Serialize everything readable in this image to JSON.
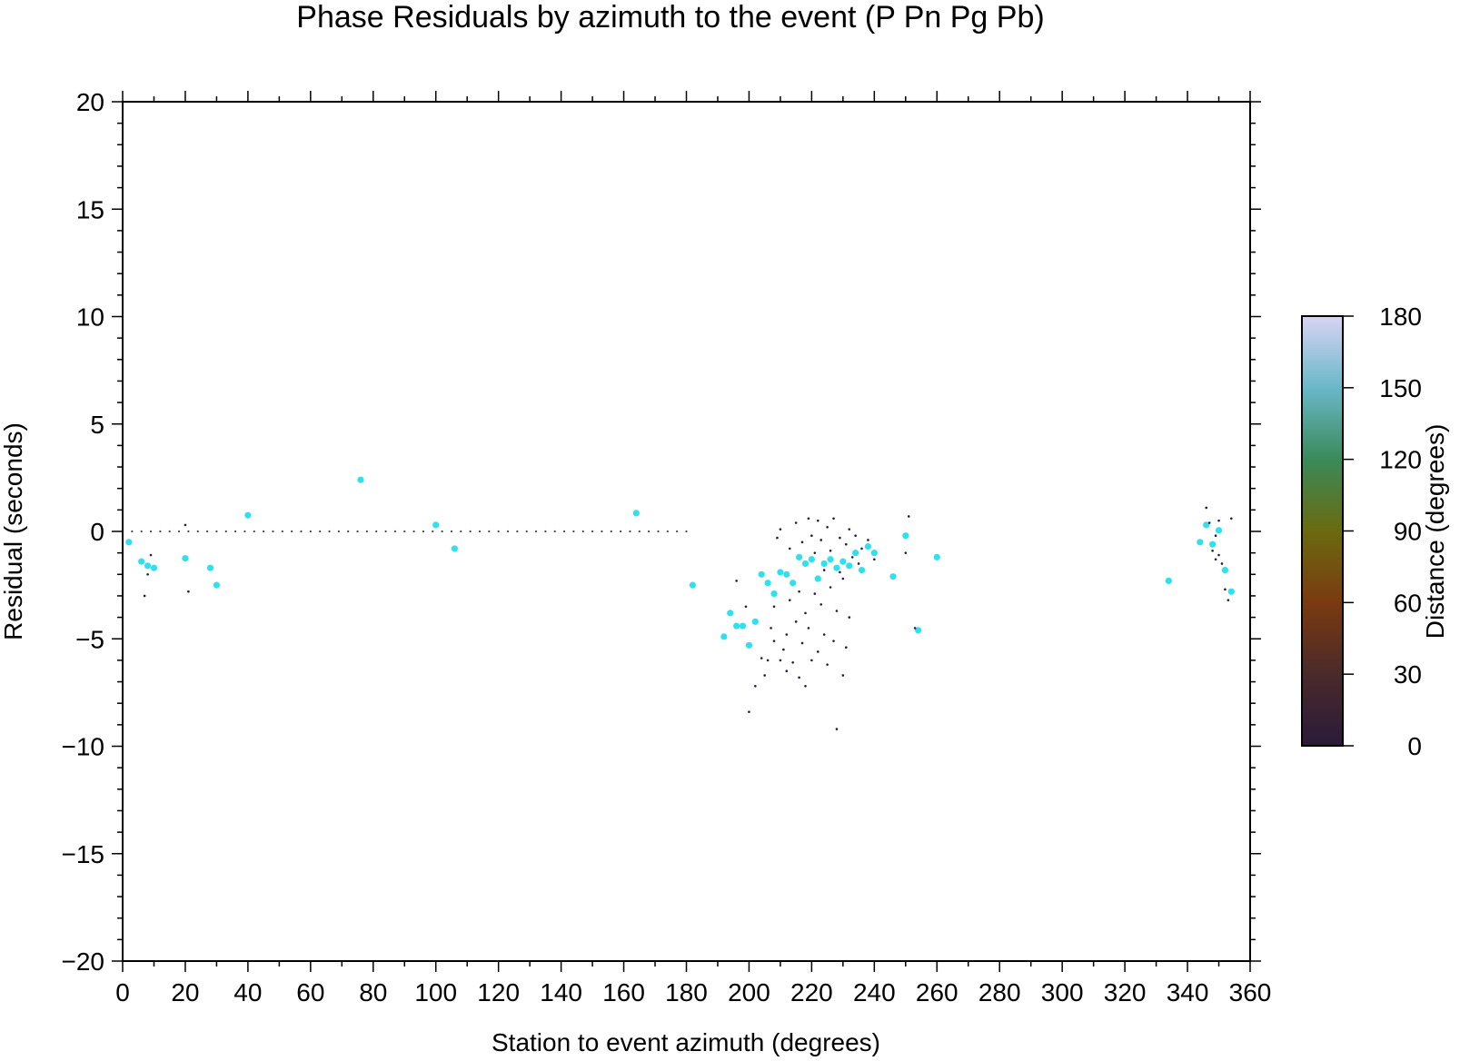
{
  "chart_data": {
    "type": "scatter",
    "title": "Phase Residuals by azimuth to the event (P Pn Pg Pb)",
    "xlabel": "Station to event azimuth (degrees)",
    "ylabel": "Residual (seconds)",
    "xlim": [
      0,
      360
    ],
    "ylim": [
      -20,
      20
    ],
    "x_ticks": [
      "0",
      "20",
      "40",
      "60",
      "80",
      "100",
      "120",
      "140",
      "160",
      "180",
      "200",
      "220",
      "240",
      "260",
      "280",
      "300",
      "320",
      "340",
      "360"
    ],
    "y_ticks": [
      "20",
      "15",
      "10",
      "5",
      "0",
      "−5",
      "−10",
      "−15",
      "−20"
    ],
    "grid": false,
    "colorbar": {
      "label": "Distance (degrees)",
      "range": [
        0,
        180
      ],
      "ticks": [
        "180",
        "150",
        "120",
        "90",
        "60",
        "30",
        "0"
      ],
      "colors": [
        "#2a1a3a",
        "#4a2a2a",
        "#7a3a10",
        "#6a6a10",
        "#3a8a5a",
        "#6ab8c8",
        "#d8d4f4"
      ]
    },
    "series": [
      {
        "marker": "large",
        "color": "#2fe0ee",
        "points": [
          [
            2,
            -0.5
          ],
          [
            6,
            -1.4
          ],
          [
            8,
            -1.6
          ],
          [
            10,
            -1.7
          ],
          [
            20,
            -1.25
          ],
          [
            28,
            -1.7
          ],
          [
            30,
            -2.5
          ],
          [
            40,
            0.75
          ],
          [
            76,
            2.4
          ],
          [
            100,
            0.3
          ],
          [
            106,
            -0.8
          ],
          [
            164,
            0.85
          ],
          [
            182,
            -2.5
          ],
          [
            192,
            -4.9
          ],
          [
            194,
            -3.8
          ],
          [
            196,
            -4.4
          ],
          [
            198,
            -4.4
          ],
          [
            200,
            -5.3
          ],
          [
            202,
            -4.2
          ],
          [
            204,
            -2
          ],
          [
            206,
            -2.4
          ],
          [
            208,
            -2.9
          ],
          [
            210,
            -1.9
          ],
          [
            212,
            -2.0
          ],
          [
            214,
            -2.4
          ],
          [
            216,
            -1.2
          ],
          [
            218,
            -1.5
          ],
          [
            220,
            -1.3
          ],
          [
            222,
            -2.2
          ],
          [
            224,
            -1.5
          ],
          [
            226,
            -1.3
          ],
          [
            228,
            -1.7
          ],
          [
            230,
            -1.4
          ],
          [
            232,
            -1.6
          ],
          [
            234,
            -1.0
          ],
          [
            236,
            -1.8
          ],
          [
            238,
            -0.7
          ],
          [
            240,
            -1.0
          ],
          [
            246,
            -2.1
          ],
          [
            250,
            -0.2
          ],
          [
            254,
            -4.6
          ],
          [
            260,
            -1.2
          ],
          [
            334,
            -2.3
          ],
          [
            344,
            -0.5
          ],
          [
            346,
            0.3
          ],
          [
            348,
            -0.6
          ],
          [
            350,
            0.05
          ],
          [
            352,
            -1.8
          ],
          [
            354,
            -2.8
          ]
        ]
      },
      {
        "marker": "small",
        "color": "#2a1a3a",
        "points": [
          [
            7,
            -3
          ],
          [
            8,
            -2
          ],
          [
            9,
            -1.1
          ],
          [
            20,
            0.3
          ],
          [
            21,
            -2.8
          ],
          [
            196,
            -2.3
          ],
          [
            199,
            -3.5
          ],
          [
            200,
            -8.4
          ],
          [
            202,
            -7.2
          ],
          [
            204,
            -5.9
          ],
          [
            205,
            -6.7
          ],
          [
            206,
            -6
          ],
          [
            207,
            -4.5
          ],
          [
            208,
            -5.1
          ],
          [
            208,
            -3.5
          ],
          [
            209,
            -0.3
          ],
          [
            210,
            0.1
          ],
          [
            210,
            -6
          ],
          [
            211,
            -5.5
          ],
          [
            212,
            -4.8
          ],
          [
            212,
            -6.5
          ],
          [
            213,
            -3.2
          ],
          [
            213,
            -0.8
          ],
          [
            214,
            -6.1
          ],
          [
            215,
            -4.2
          ],
          [
            215,
            0.4
          ],
          [
            216,
            -2.8
          ],
          [
            216,
            -6.8
          ],
          [
            217,
            -5.2
          ],
          [
            217,
            -0.5
          ],
          [
            218,
            -7.2
          ],
          [
            218,
            -3.8
          ],
          [
            219,
            0.6
          ],
          [
            219,
            -4.5
          ],
          [
            220,
            -0.2
          ],
          [
            220,
            -6.0
          ],
          [
            221,
            -2.9
          ],
          [
            221,
            -1.0
          ],
          [
            222,
            -5.6
          ],
          [
            222,
            0.5
          ],
          [
            223,
            -3.4
          ],
          [
            223,
            -0.4
          ],
          [
            224,
            -4.8
          ],
          [
            224,
            -1.8
          ],
          [
            225,
            0.2
          ],
          [
            225,
            -6.2
          ],
          [
            226,
            -2.6
          ],
          [
            226,
            -0.9
          ],
          [
            227,
            -5.1
          ],
          [
            227,
            0.6
          ],
          [
            228,
            -3.7
          ],
          [
            228,
            -9.2
          ],
          [
            229,
            -0.3
          ],
          [
            229,
            -1.9
          ],
          [
            230,
            -2.2
          ],
          [
            230,
            -6.7
          ],
          [
            231,
            -5.4
          ],
          [
            231,
            -0.6
          ],
          [
            232,
            -4.0
          ],
          [
            232,
            0.1
          ],
          [
            233,
            -1.2
          ],
          [
            234,
            -0.2
          ],
          [
            235,
            -1.5
          ],
          [
            236,
            -0.8
          ],
          [
            238,
            -0.4
          ],
          [
            240,
            -1.3
          ],
          [
            250,
            -1.0
          ],
          [
            251,
            0.7
          ],
          [
            253,
            -4.5
          ],
          [
            346,
            1.1
          ],
          [
            347,
            0.4
          ],
          [
            348,
            -0.9
          ],
          [
            349,
            -1.3
          ],
          [
            350,
            0.5
          ],
          [
            351,
            -1.5
          ],
          [
            352,
            -2.7
          ],
          [
            353,
            -3.2
          ],
          [
            354,
            0.6
          ],
          [
            349,
            -0.2
          ],
          [
            350,
            -1.1
          ]
        ]
      },
      {
        "marker": "tiny-row",
        "color": "#444444",
        "points": [
          [
            3,
            0
          ],
          [
            6,
            0
          ],
          [
            9,
            0
          ],
          [
            12,
            0
          ],
          [
            15,
            0
          ],
          [
            18,
            0
          ],
          [
            21,
            0
          ],
          [
            24,
            0
          ],
          [
            27,
            0
          ],
          [
            30,
            0
          ],
          [
            33,
            0
          ],
          [
            36,
            0
          ],
          [
            39,
            0
          ],
          [
            42,
            0
          ],
          [
            45,
            0
          ],
          [
            48,
            0
          ],
          [
            51,
            0
          ],
          [
            54,
            0
          ],
          [
            57,
            0
          ],
          [
            60,
            0
          ],
          [
            63,
            0
          ],
          [
            66,
            0
          ],
          [
            69,
            0
          ],
          [
            72,
            0
          ],
          [
            75,
            0
          ],
          [
            78,
            0
          ],
          [
            81,
            0
          ],
          [
            84,
            0
          ],
          [
            87,
            0
          ],
          [
            90,
            0
          ],
          [
            93,
            0
          ],
          [
            96,
            0
          ],
          [
            99,
            0
          ],
          [
            102,
            0
          ],
          [
            105,
            0
          ],
          [
            108,
            0
          ],
          [
            111,
            0
          ],
          [
            114,
            0
          ],
          [
            117,
            0
          ],
          [
            120,
            0
          ],
          [
            123,
            0
          ],
          [
            126,
            0
          ],
          [
            129,
            0
          ],
          [
            132,
            0
          ],
          [
            135,
            0
          ],
          [
            138,
            0
          ],
          [
            141,
            0
          ],
          [
            144,
            0
          ],
          [
            147,
            0
          ],
          [
            150,
            0
          ],
          [
            153,
            0
          ],
          [
            156,
            0
          ],
          [
            159,
            0
          ],
          [
            162,
            0
          ],
          [
            165,
            0
          ],
          [
            168,
            0
          ],
          [
            171,
            0
          ],
          [
            174,
            0
          ],
          [
            177,
            0
          ],
          [
            180,
            0
          ]
        ]
      }
    ]
  }
}
